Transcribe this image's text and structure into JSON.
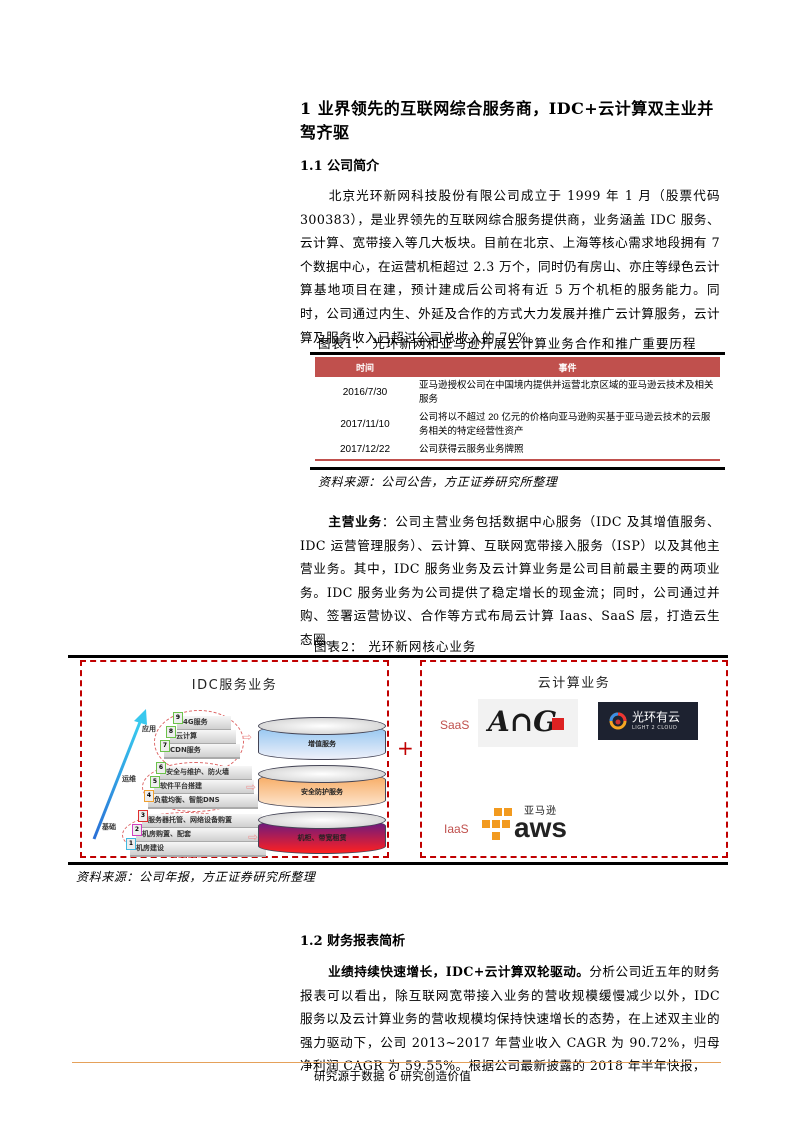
{
  "section1": {
    "title": "1 业界领先的互联网综合服务商，IDC+云计算双主业并驾齐驱"
  },
  "section1_1": {
    "title": "1.1 公司简介",
    "paragraph": "北京光环新网科技股份有限公司成立于 1999 年 1 月（股票代码 300383），是业界领先的互联网综合服务提供商，业务涵盖 IDC 服务、云计算、宽带接入等几大板块。目前在北京、上海等核心需求地段拥有 7 个数据中心，在运营机柜超过 2.3 万个，同时仍有房山、亦庄等绿色云计算基地项目在建，预计建成后公司将有近 5 万个机柜的服务能力。同时，公司通过内生、外延及合作的方式大力发展并推广云计算服务，云计算及服务收入已超过公司总收入的 70%。"
  },
  "figure1": {
    "caption": "图表1：   光环新网和亚马逊开展云计算业务合作和推广重要历程",
    "table": {
      "headers": [
        "时间",
        "事件"
      ],
      "rows": [
        {
          "date": "2016/7/30",
          "event": "亚马逊授权公司在中国境内提供并运营北京区域的亚马逊云技术及相关服务"
        },
        {
          "date": "2017/11/10",
          "event": "公司将以不超过 20 亿元的价格向亚马逊购买基于亚马逊云技术的云服务相关的特定经营性资产"
        },
        {
          "date": "2017/12/22",
          "event": "公司获得云服务业务牌照"
        }
      ]
    },
    "source": "资料来源：公司公告，方正证券研究所整理"
  },
  "main_business": {
    "lead": "主营业务",
    "text": "：公司主营业务包括数据中心服务（IDC 及其增值服务、IDC 运营管理服务）、云计算、互联网宽带接入服务（ISP）以及其他主营业务。其中，IDC 服务业务及云计算业务是公司目前最主要的两项业务。IDC 服务业务为公司提供了稳定增长的现金流；同时，公司通过并购、签署运营协议、合作等方式布局云计算 Iaas、SaaS 层，打造云生态圈。"
  },
  "figure2": {
    "caption": "图表2：   光环新网核心业务",
    "idc": {
      "title": "IDC服务业务",
      "groups": [
        "应用",
        "运维",
        "基础"
      ],
      "steps": [
        {
          "num": "9",
          "label": "4G服务",
          "color": "#6cc24a"
        },
        {
          "num": "8",
          "label": "云计算",
          "color": "#6cc24a"
        },
        {
          "num": "7",
          "label": "CDN服务",
          "color": "#6cc24a"
        },
        {
          "num": "6",
          "label": "安全与维护、防火墙",
          "color": "#6cc24a"
        },
        {
          "num": "5",
          "label": "软件平台搭建",
          "color": "#6cc24a"
        },
        {
          "num": "4",
          "label": "负载均衡、智能DNS",
          "color": "#f0a030"
        },
        {
          "num": "3",
          "label": "服务器托管、网络设备购置",
          "color": "#e03030"
        },
        {
          "num": "2",
          "label": "机房购置、配套",
          "color": "#d040c0"
        },
        {
          "num": "1",
          "label": "机房建设",
          "color": "#40b8e0"
        }
      ],
      "cylinders": [
        "增值服务",
        "安全防护服务",
        "机柜、带宽租赁"
      ]
    },
    "plus": "+",
    "cloud": {
      "title": "云计算业务",
      "saas_label": "SaaS",
      "iaas_label": "IaaS",
      "logos": {
        "ang": "A∩G",
        "light_cloud_cn": "光环有云",
        "light_cloud_en": "LIGHT 2 CLOUD",
        "aws_cn": "亚马逊",
        "aws_en": "aws"
      }
    },
    "source": "资料来源：公司年报，方正证券研究所整理"
  },
  "section1_2": {
    "title": "1.2 财务报表简析",
    "lead": "业绩持续快速增长，IDC+云计算双轮驱动。",
    "text": "分析公司近五年的财务报表可以看出，除互联网宽带接入业务的营收规模缓慢减少以外，IDC 服务以及云计算业务的营收规模均保持快速增长的态势，在上述双主业的强力驱动下，公司 2013~2017 年营业收入 CAGR 为 90.72%，归母净利润 CAGR 为 59.55%。根据公司最新披露的 2018 年半年快报，"
  },
  "footer": {
    "text": "研究源于数据 6 研究创造价值"
  },
  "colors": {
    "table_header": "#c0504d",
    "dash_border": "#c00000",
    "footer_rule": "#e5a15a",
    "aws_orange": "#f29a1f"
  }
}
